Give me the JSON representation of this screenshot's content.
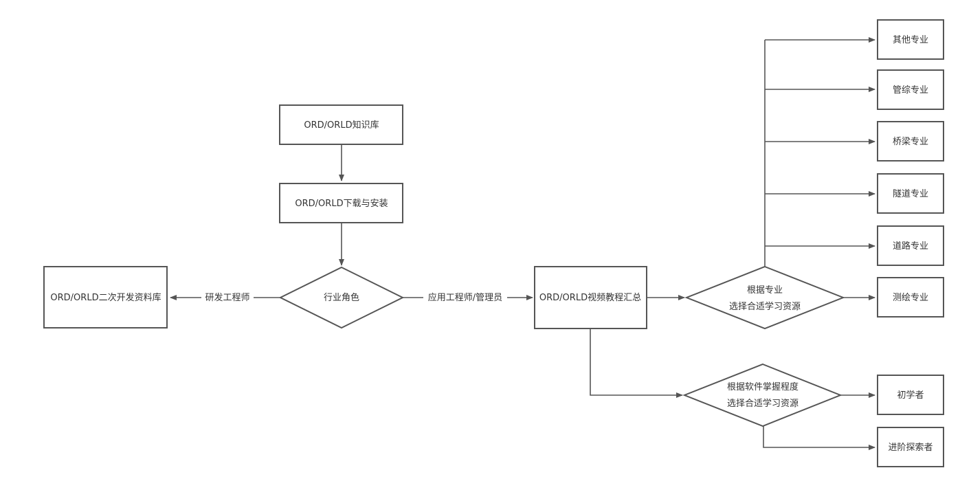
{
  "nodes": {
    "knowledge_base": "ORD/ORLD知识库",
    "download_install": "ORD/ORLD下载与安装",
    "industry_role": "行业角色",
    "dev_library": "ORD/ORLD二次开发资料库",
    "video_tutorials": "ORD/ORLD视频教程汇总",
    "by_major": [
      "根据专业",
      "选择合适学习资源"
    ],
    "by_proficiency": [
      "根据软件掌握程度",
      "选择合适学习资源"
    ],
    "majors": [
      "其他专业",
      "管综专业",
      "桥梁专业",
      "隧道专业",
      "道路专业",
      "测绘专业"
    ],
    "beginner": "初学者",
    "advanced": "进阶探索者"
  },
  "edge_labels": {
    "rd_engineer": "研发工程师",
    "app_engineer_admin": "应用工程师/管理员"
  },
  "colors": {
    "stroke": "#555555",
    "text": "#333333",
    "background": "#ffffff"
  }
}
